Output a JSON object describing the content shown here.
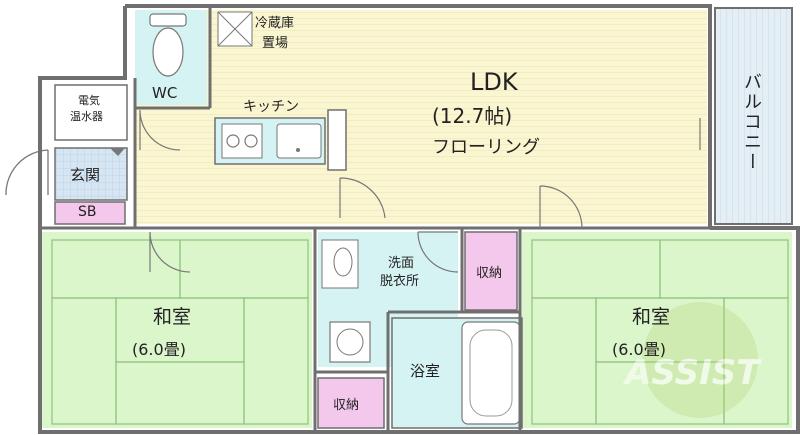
{
  "rooms": {
    "ldk": {
      "name": "LDK",
      "size": "(12.7帖)",
      "floor": "フローリング"
    },
    "wc": {
      "name": "WC"
    },
    "kitchen": {
      "name": "キッチン"
    },
    "fridge": {
      "line1": "冷蔵庫",
      "line2": "置場"
    },
    "balcony": {
      "name": "バルコニー"
    },
    "water_heater": {
      "line1": "電気",
      "line2": "温水器"
    },
    "entrance": {
      "name": "玄関"
    },
    "shoebox": {
      "name": "SB"
    },
    "washroom": {
      "line1": "洗面",
      "line2": "脱衣所"
    },
    "closet_center": {
      "name": "収納"
    },
    "closet_bottom": {
      "name": "収納"
    },
    "bath": {
      "name": "浴室"
    },
    "washitsu_left": {
      "name": "和室",
      "size": "(6.0畳)"
    },
    "washitsu_right": {
      "name": "和室",
      "size": "(6.0畳)"
    }
  },
  "watermark": {
    "text": "ASSIST"
  },
  "colors": {
    "ldk_floor": "#fbf6d2",
    "tatami": "#dcf6cc",
    "wet_area": "#d6f3f3",
    "closet": "#f4c8ec",
    "balcony": "#e4eef5",
    "tile": "#cfe0ee",
    "wall": "#6f6f6f"
  }
}
